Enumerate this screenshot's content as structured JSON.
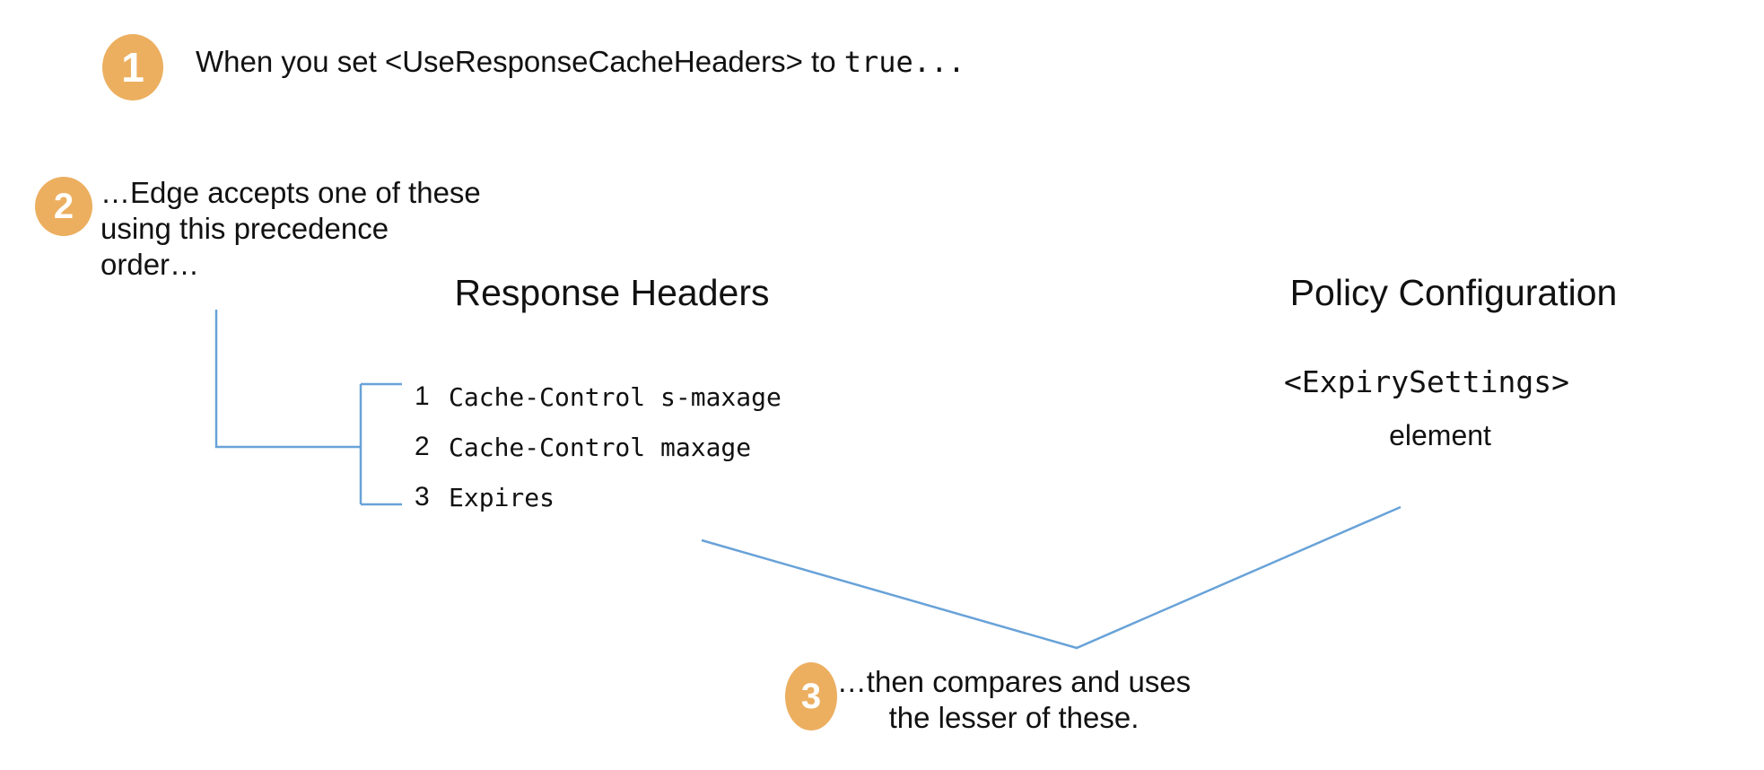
{
  "colors": {
    "badge": "#ECAF60",
    "badge-text": "#FFFFFF",
    "line": "#68A2D8",
    "text": "#111111",
    "background": "#FFFFFF"
  },
  "steps": {
    "step1": {
      "number": "1",
      "prefix": "When you set <UseResponseCacheHeaders> to ",
      "code": "true..."
    },
    "step2": {
      "number": "2",
      "lines": [
        "…Edge accepts one of these",
        "using this precedence",
        "order…"
      ]
    },
    "step3": {
      "number": "3",
      "lines": [
        "…then compares and uses",
        "the lesser of these."
      ]
    }
  },
  "columns": {
    "response_headers": {
      "title": "Response Headers",
      "items": [
        {
          "rank": "1",
          "value": "Cache-Control s-maxage"
        },
        {
          "rank": "2",
          "value": "Cache-Control maxage"
        },
        {
          "rank": "3",
          "value": "Expires"
        }
      ]
    },
    "policy_configuration": {
      "title": "Policy Configuration",
      "code": "<ExpirySettings>",
      "label": "element"
    }
  }
}
